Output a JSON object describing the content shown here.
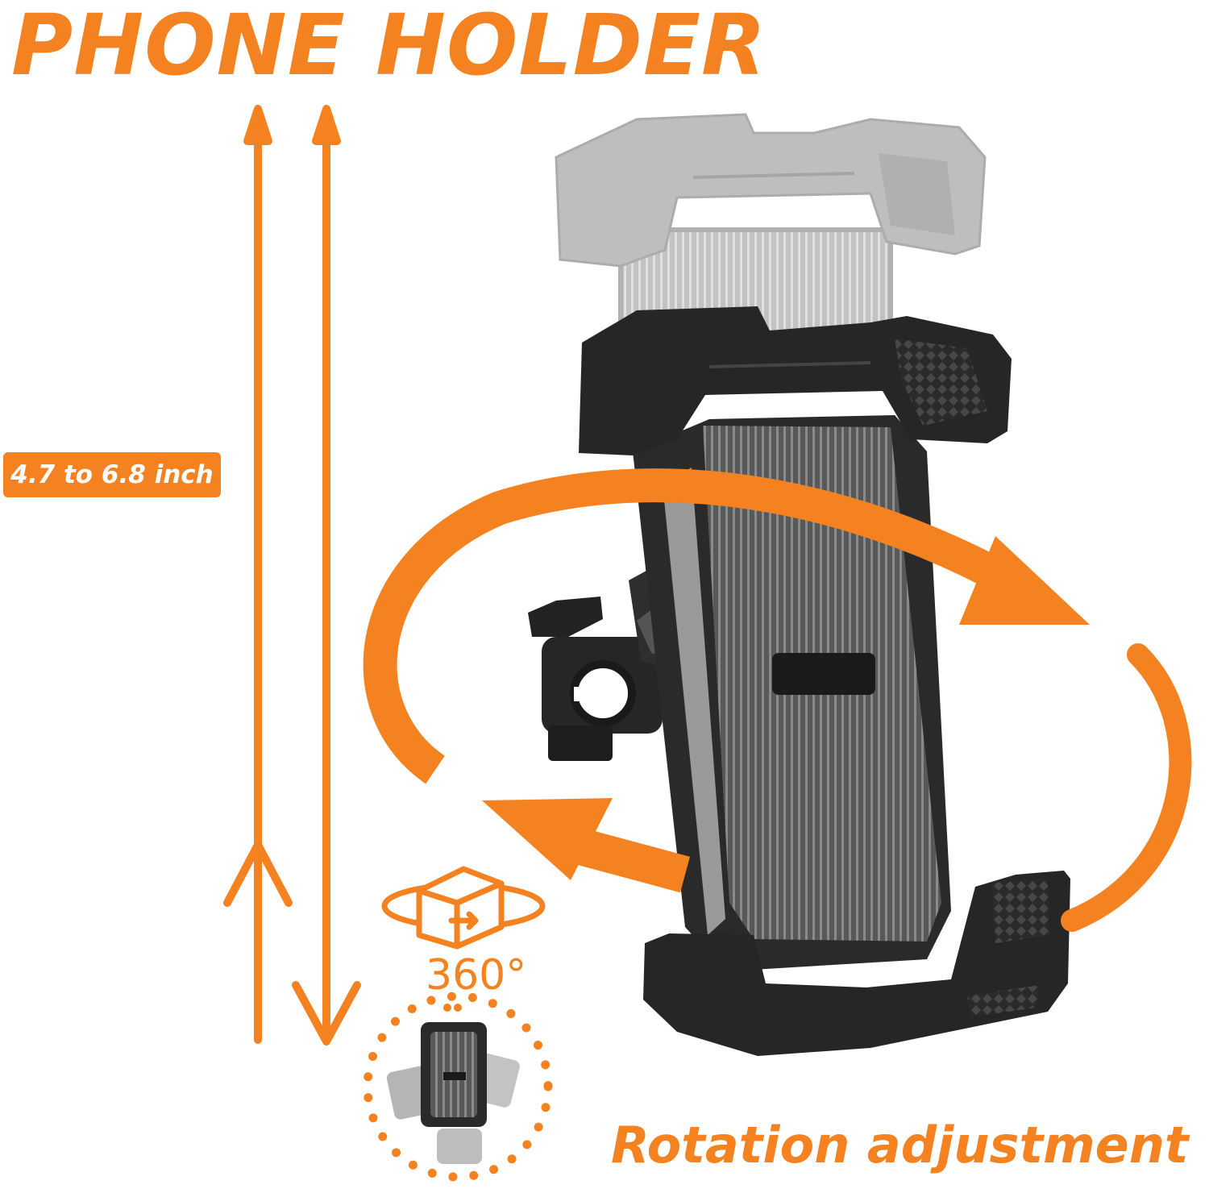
{
  "title": "PHONE HOLDER",
  "size_range": "4.7 to 6.8 inch",
  "rotation_degrees": "360°",
  "caption": "Rotation adjustment",
  "colors": {
    "accent": "#f58220",
    "holder_dark": "#2a2a2a",
    "holder_ghost": "#b8b8b8",
    "background": "#ffffff"
  },
  "icons": [
    "double-arrow-icon",
    "rotate-cube-icon",
    "dotted-circle-icon"
  ]
}
